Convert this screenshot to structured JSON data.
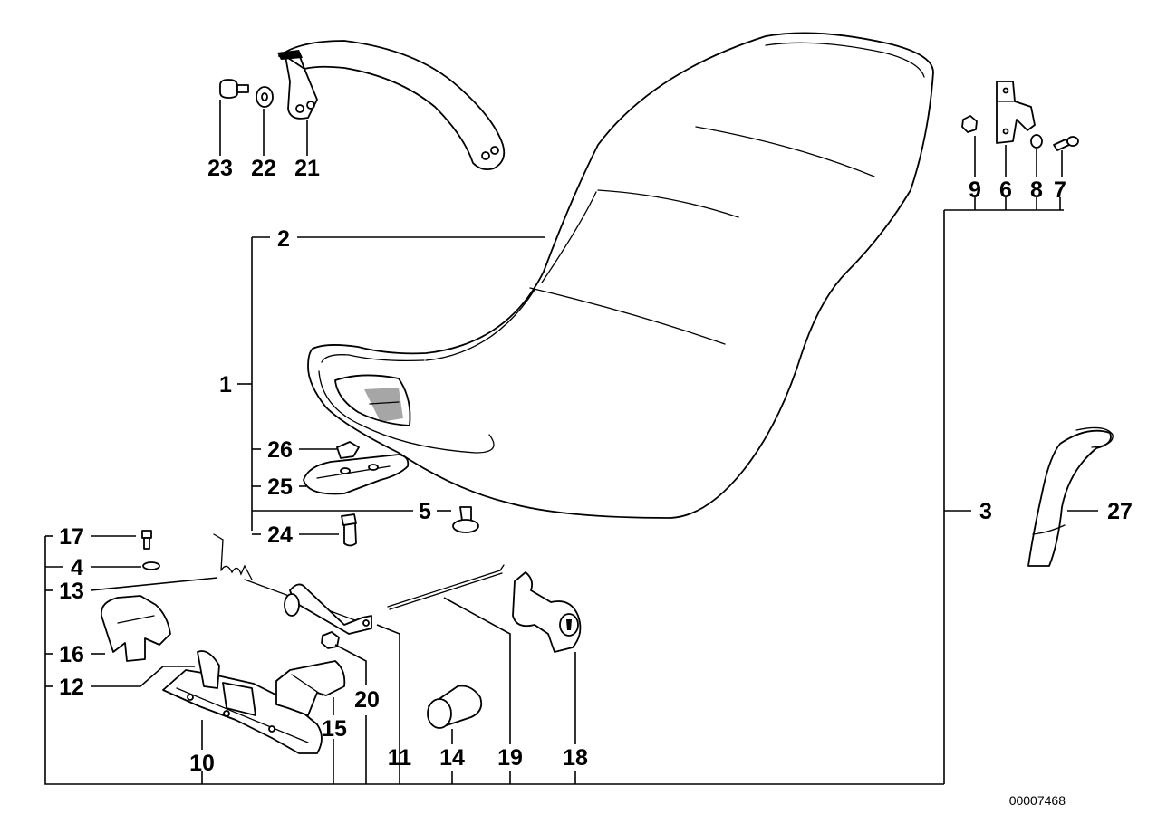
{
  "drawing_number": "00007468",
  "callouts": [
    {
      "id": "c23",
      "label": "23"
    },
    {
      "id": "c22",
      "label": "22"
    },
    {
      "id": "c21",
      "label": "21"
    },
    {
      "id": "c2",
      "label": "2"
    },
    {
      "id": "c1",
      "label": "1"
    },
    {
      "id": "c26",
      "label": "26"
    },
    {
      "id": "c25",
      "label": "25"
    },
    {
      "id": "c5",
      "label": "5"
    },
    {
      "id": "c24",
      "label": "24"
    },
    {
      "id": "c9",
      "label": "9"
    },
    {
      "id": "c6",
      "label": "6"
    },
    {
      "id": "c8",
      "label": "8"
    },
    {
      "id": "c7",
      "label": "7"
    },
    {
      "id": "c3",
      "label": "3"
    },
    {
      "id": "c27",
      "label": "27"
    },
    {
      "id": "c17",
      "label": "17"
    },
    {
      "id": "c4",
      "label": "4"
    },
    {
      "id": "c13",
      "label": "13"
    },
    {
      "id": "c16",
      "label": "16"
    },
    {
      "id": "c12",
      "label": "12"
    },
    {
      "id": "c20",
      "label": "20"
    },
    {
      "id": "c15",
      "label": "15"
    },
    {
      "id": "c10",
      "label": "10"
    },
    {
      "id": "c11",
      "label": "11"
    },
    {
      "id": "c14",
      "label": "14"
    },
    {
      "id": "c19",
      "label": "19"
    },
    {
      "id": "c18",
      "label": "18"
    }
  ]
}
